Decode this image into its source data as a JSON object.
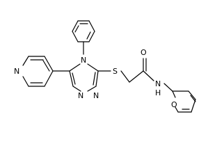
{
  "molecule": {
    "atoms": {
      "pyridine_n": "N",
      "triazole_n4": "N",
      "triazole_n1": "N",
      "triazole_n2": "N",
      "sulfur": "S",
      "carbonyl_o": "O",
      "amide_nh": "N",
      "amide_h": "H",
      "furan_o": "O"
    }
  }
}
